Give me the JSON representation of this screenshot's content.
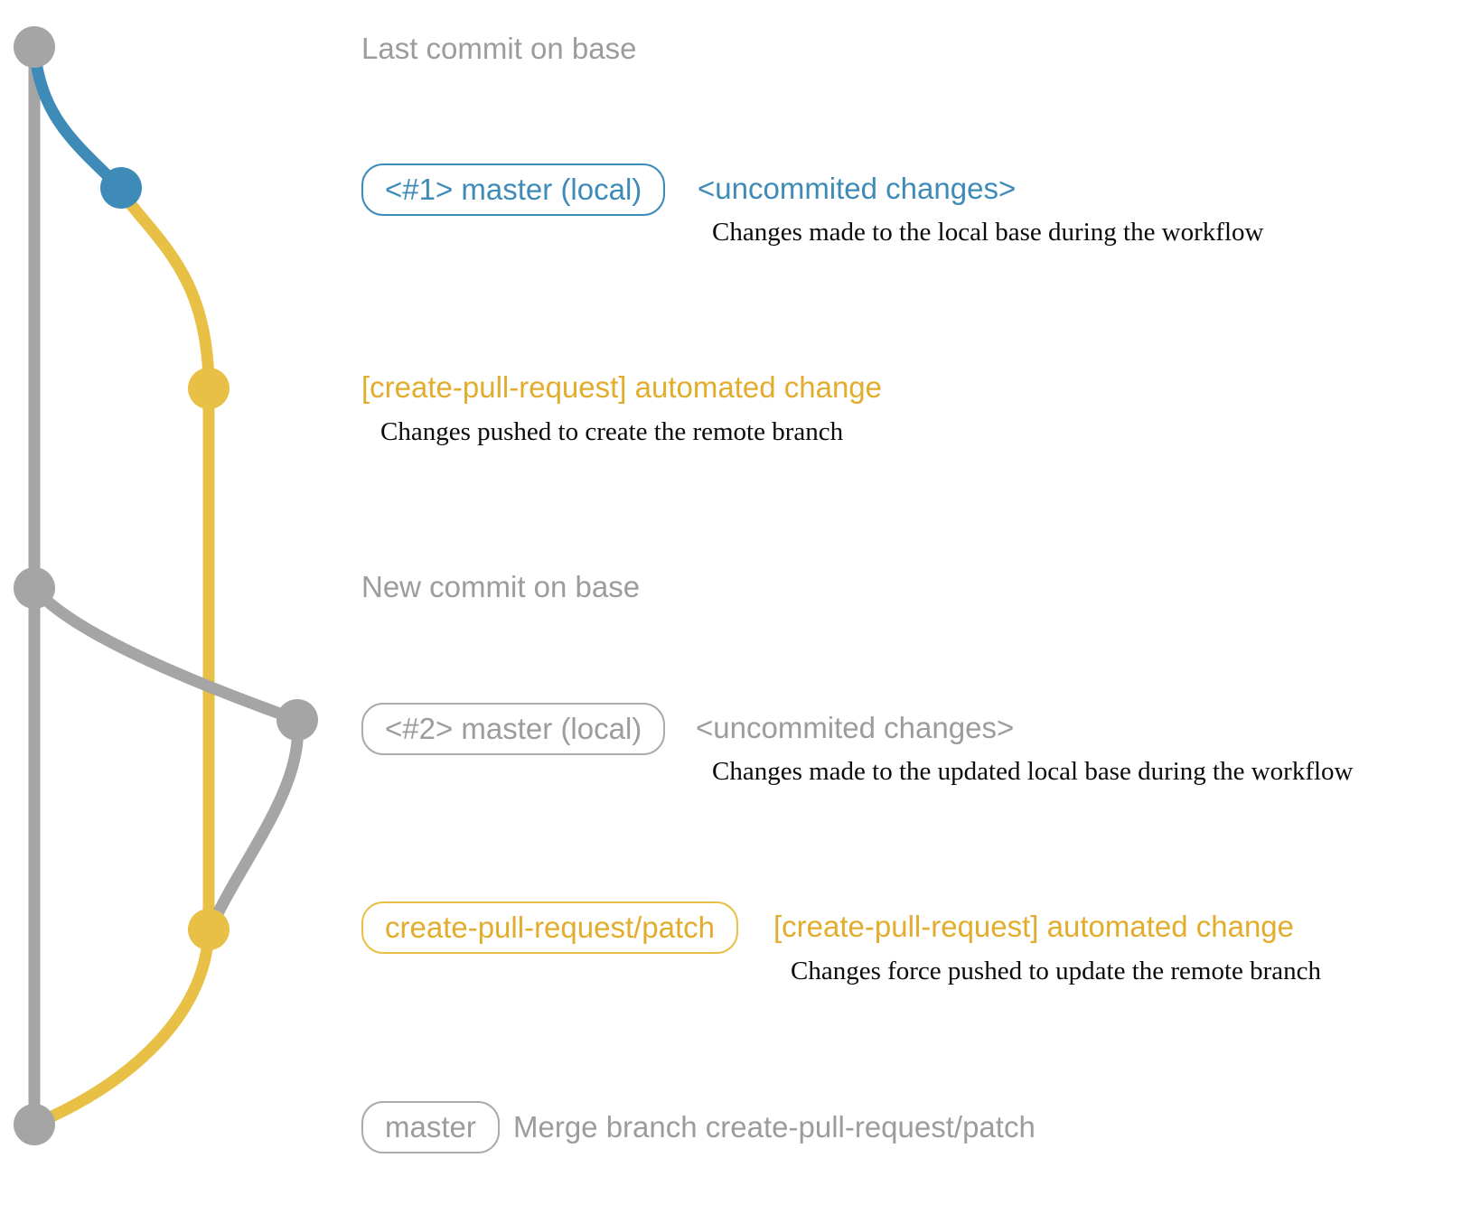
{
  "colors": {
    "gray": "#a5a5a5",
    "gray_text": "#9c9c9c",
    "blue": "#3e8bb8",
    "yellow": "#e9c046",
    "desc_text": "#0a0a0a",
    "background": "#ffffff"
  },
  "graph": {
    "type": "git-branch-diagram",
    "branches": [
      {
        "name": "base",
        "color_key": "gray"
      },
      {
        "name": "master-local-1",
        "color_key": "blue"
      },
      {
        "name": "create-pull-request-patch",
        "color_key": "yellow"
      },
      {
        "name": "master-local-2",
        "color_key": "gray"
      }
    ],
    "commits": [
      {
        "id": "last-commit-on-base",
        "color_key": "gray"
      },
      {
        "id": "master-local-1-head",
        "color_key": "blue"
      },
      {
        "id": "automated-change-1",
        "color_key": "yellow"
      },
      {
        "id": "new-commit-on-base",
        "color_key": "gray"
      },
      {
        "id": "master-local-2-head",
        "color_key": "gray"
      },
      {
        "id": "automated-change-2",
        "color_key": "yellow"
      },
      {
        "id": "merge-commit",
        "color_key": "gray"
      }
    ]
  },
  "annotations": {
    "last_commit": {
      "label": "Last commit on base"
    },
    "step1": {
      "pill": "<#1> master (local)",
      "note": "<uncommited changes>",
      "desc": "Changes made to the local base during the workflow"
    },
    "step2": {
      "label": "[create-pull-request] automated change",
      "desc": "Changes pushed to create the remote branch"
    },
    "new_commit": {
      "label": "New commit on base"
    },
    "step3": {
      "pill": "<#2> master (local)",
      "note": "<uncommited changes>",
      "desc": "Changes made to the updated local base during the workflow"
    },
    "step4": {
      "pill": "create-pull-request/patch",
      "label": "[create-pull-request] automated change",
      "desc": "Changes force pushed to update the remote branch"
    },
    "step5": {
      "pill": "master",
      "label": "Merge branch create-pull-request/patch"
    }
  }
}
